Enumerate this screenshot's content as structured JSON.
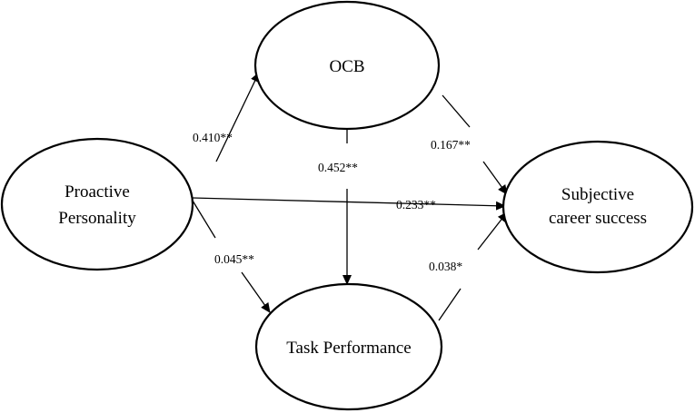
{
  "nodes": {
    "proactive": {
      "line1": "Proactive",
      "line2": "Personality"
    },
    "ocb": {
      "label": "OCB"
    },
    "task": {
      "label": "Task Performance"
    },
    "subjective": {
      "line1": "Subjective",
      "line2": "career success"
    }
  },
  "paths": {
    "proactive_to_ocb": "0.410**",
    "ocb_to_task": "0.452**",
    "ocb_to_subjective": "0.167**",
    "proactive_to_subjective": "0.233**",
    "proactive_to_task": "0.045**",
    "task_to_subjective": "0.038*"
  },
  "colors": {
    "stroke": "#000000",
    "background": "#ffffff"
  }
}
